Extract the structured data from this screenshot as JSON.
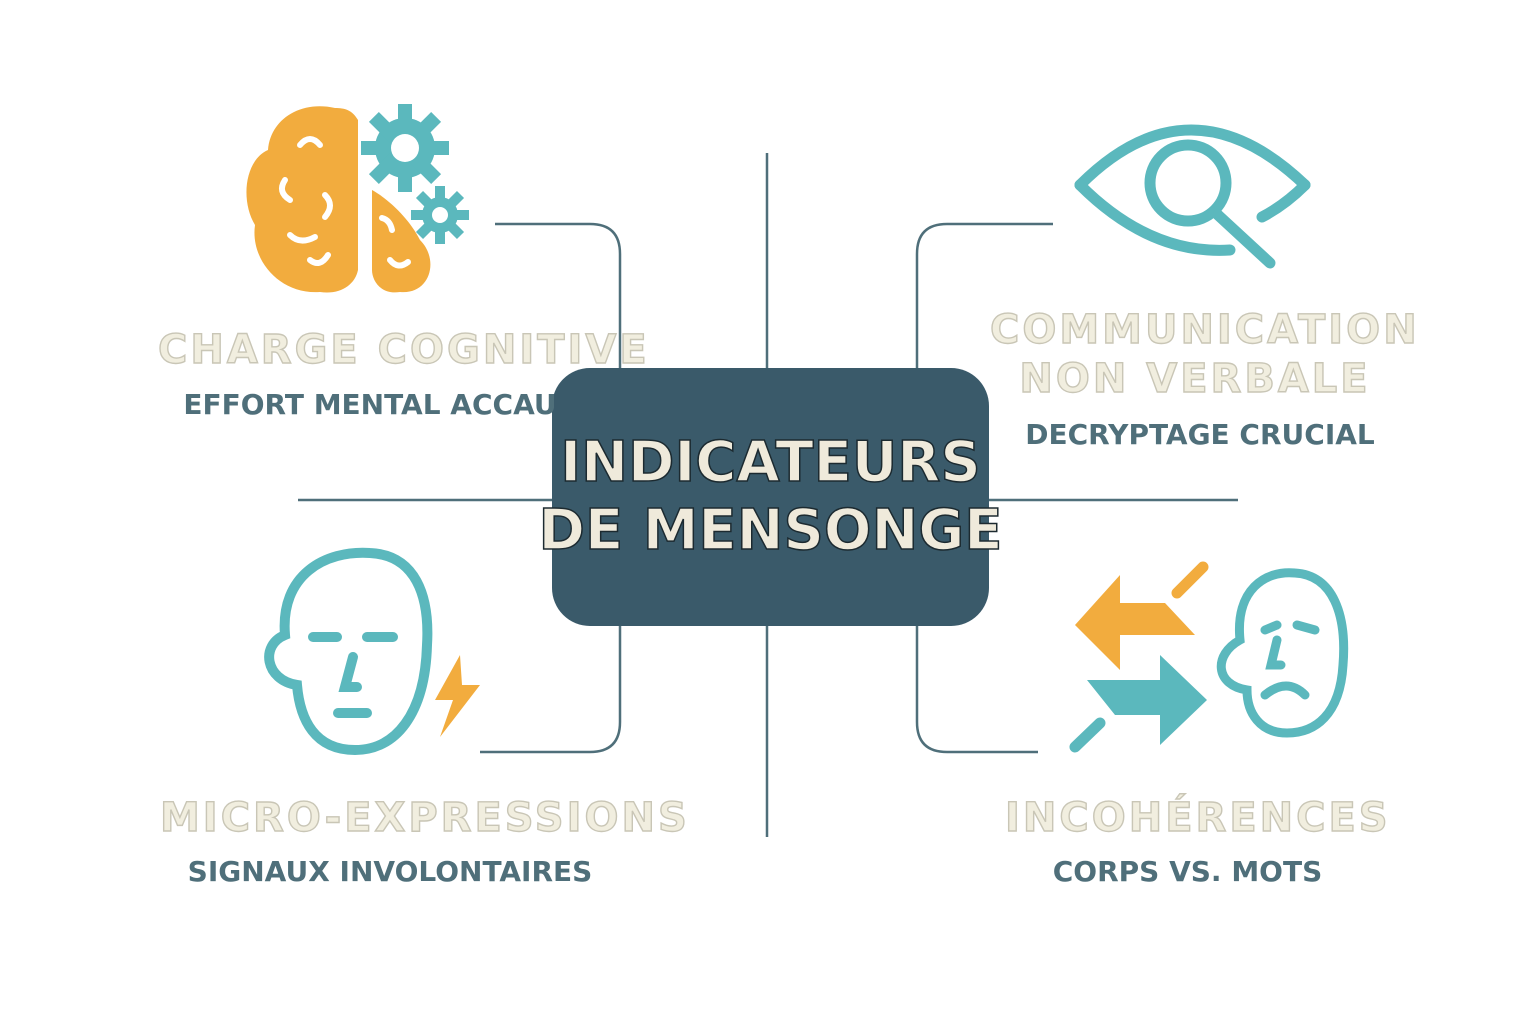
{
  "center": {
    "line1": "INDICATEURS",
    "line2": "DE MENSONGE"
  },
  "quadrants": [
    {
      "title": "CHARGE COGNITIVE",
      "subtitle": "EFFORT MENTAL ACCAU",
      "icon": "brain-gears-icon"
    },
    {
      "title_line1": "COMMUNICATION",
      "title_line2": "NON VERBALE",
      "subtitle": "DECRYPTAGE CRUCIAL",
      "icon": "eye-magnifier-icon"
    },
    {
      "title": "MICRO-EXPRESSIONS",
      "subtitle": "SIGNAUX INVOLONTAIRES",
      "icon": "face-lightning-icon"
    },
    {
      "title": "INCOHÉRENCES",
      "subtitle": "CORPS VS. MOTS",
      "icon": "arrows-sad-face-icon"
    }
  ],
  "colors": {
    "dark": "#3a5a6a",
    "teal": "#5bb8bd",
    "orange": "#f2ac3e",
    "text": "#4f6f7a"
  }
}
